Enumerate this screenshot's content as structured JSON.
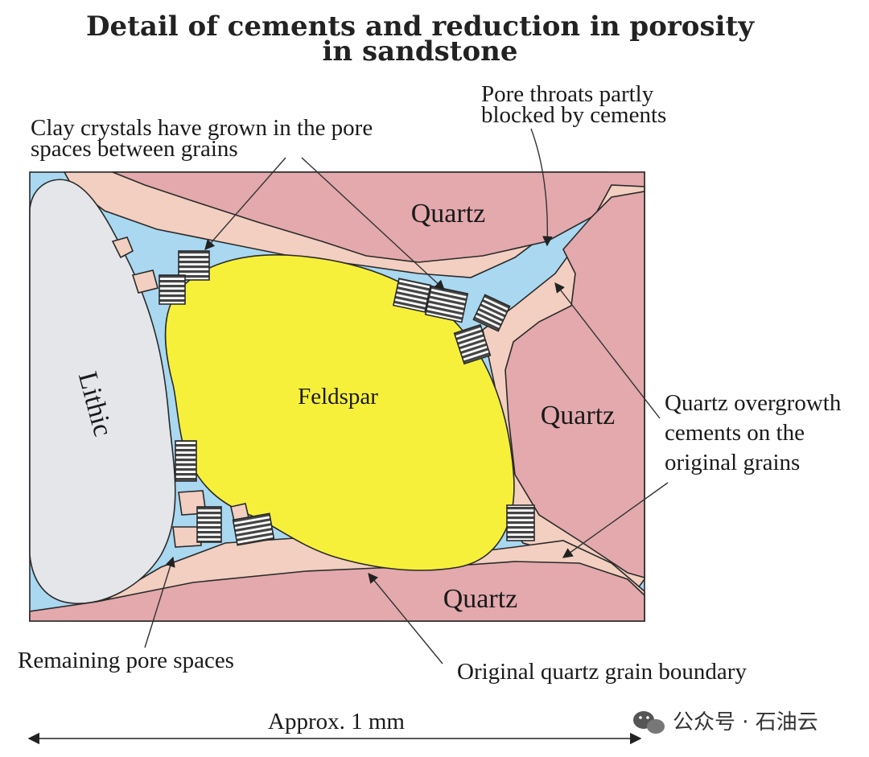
{
  "title": {
    "line1": "Detail of cements and reduction in porosity",
    "line2": "in sandstone"
  },
  "callouts": {
    "clay_line1": "Clay crystals have grown in the pore",
    "clay_line2": "spaces between grains",
    "pore_throats_line1": "Pore throats partly",
    "pore_throats_line2": "blocked by cements",
    "overgrowth_line1": "Quartz overgrowth",
    "overgrowth_line2": "cements on the",
    "overgrowth_line3": "original grains",
    "remaining_pores": "Remaining pore spaces",
    "grain_boundary": "Original quartz grain boundary"
  },
  "grains": {
    "quartz_top": "Quartz",
    "quartz_right": "Quartz",
    "quartz_bottom": "Quartz",
    "feldspar": "Feldspar",
    "lithic": "Lithic"
  },
  "scale": {
    "label": "Approx. 1 mm"
  },
  "watermark": {
    "text": "公众号 · 石油云",
    "icon": "wechat-icon"
  },
  "colors": {
    "pore": "#a9d8f0",
    "quartz": "#e3a9ad",
    "overgrowth": "#f2cfc0",
    "feldspar": "#f7f03a",
    "lithic": "#e4e6ea",
    "clay": "#4a4a4a"
  }
}
